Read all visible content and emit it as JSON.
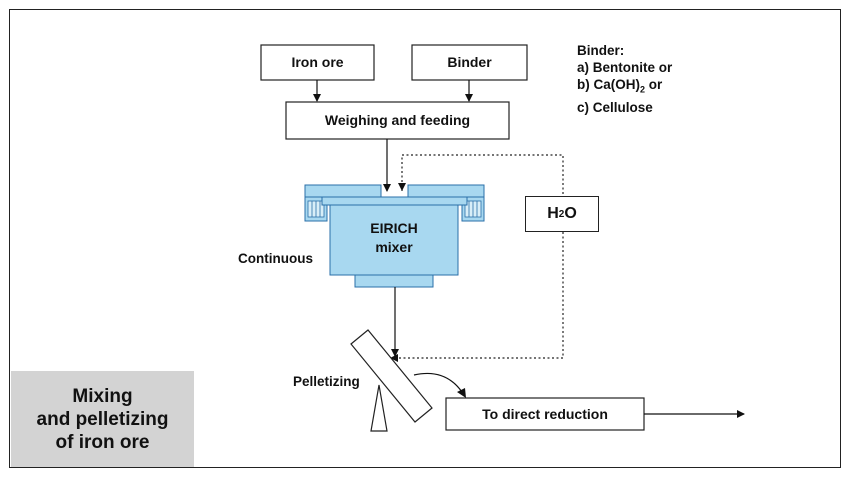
{
  "boxes": {
    "iron_ore": "Iron ore",
    "binder": "Binder",
    "weighing": "Weighing and feeding",
    "to_direct_reduction": "To direct reduction",
    "h2o_main": "H",
    "h2o_sub": "2",
    "h2o_tail": "O"
  },
  "mixer": {
    "line1": "EIRICH",
    "line2": "mixer"
  },
  "binder_note": {
    "title": "Binder:",
    "a": "a) Bentonite or",
    "b_pre": "b) Ca(OH)",
    "b_sub": "2",
    "b_post": " or",
    "c": "c) Cellulose"
  },
  "labels": {
    "continuous": "Continuous",
    "pelletizing": "Pelletizing"
  },
  "caption": {
    "line1": "Mixing",
    "line2": "and pelletizing",
    "line3": "of iron ore"
  },
  "colors": {
    "mixer_fill": "#a8d8f0",
    "mixer_stroke": "#2a6fa8",
    "caption_bg": "#d3d3d3"
  }
}
